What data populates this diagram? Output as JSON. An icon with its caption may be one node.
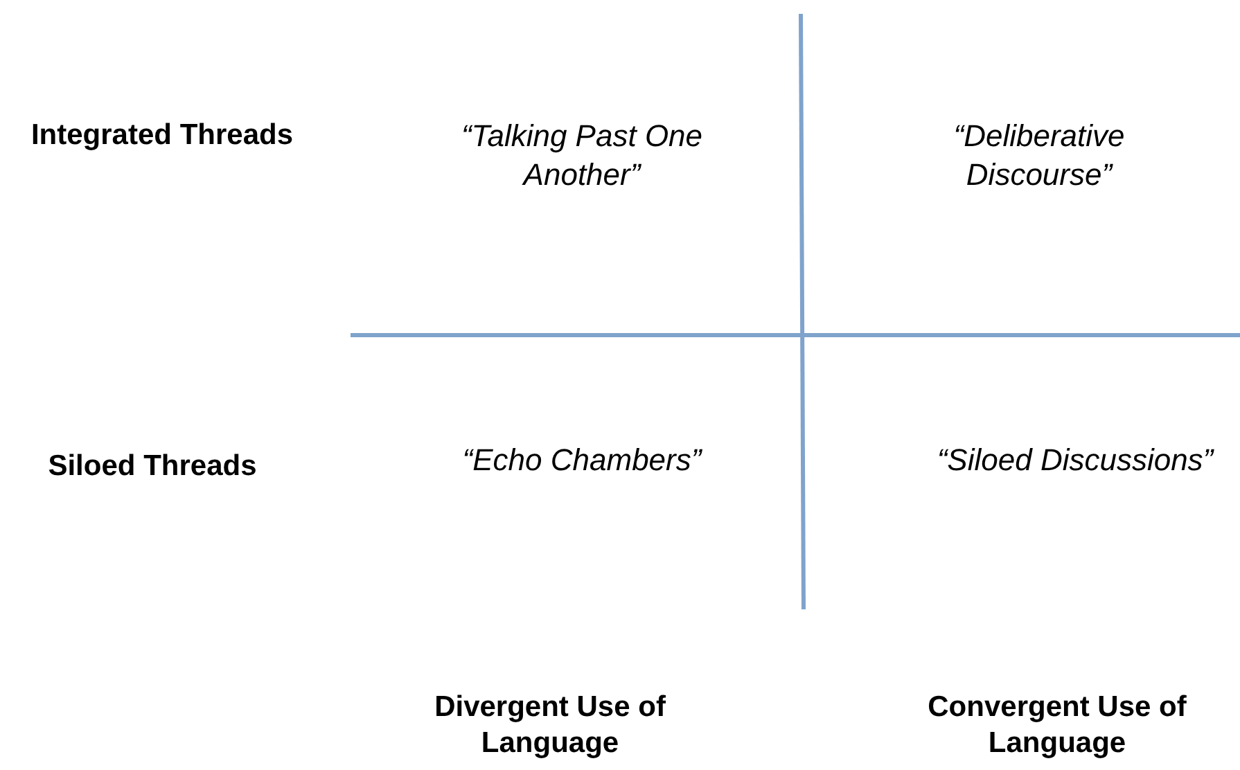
{
  "diagram": {
    "labels": [
      "Integrated Threads",
      "“Talking Past One Another”",
      "“Deliberative Discourse”",
      "Siloed Threads",
      "“Echo Chambers”",
      "“Siloed Discussions”",
      "Divergent Use of Language",
      "Convergent Use of Language"
    ]
  }
}
